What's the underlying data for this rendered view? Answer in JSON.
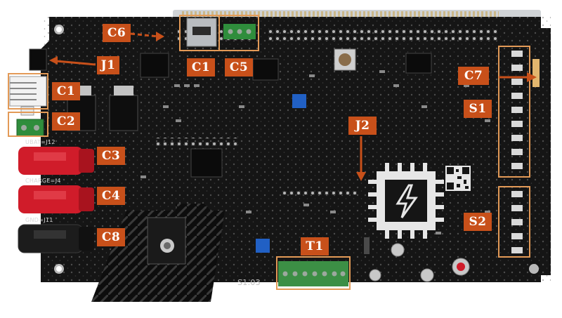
{
  "board": {
    "silkscreen": {
      "ubat": "UBAT=J12",
      "charge": "CHARGE=J4",
      "gnd": "GND=J11",
      "ref": "S1.03"
    },
    "colors": {
      "pcb": "#151515",
      "header_strip": "#d0d3d6",
      "red_jack": "#d01c2a",
      "black_jack": "#1c1c1c",
      "annotation": "#c8501a",
      "outline": "#e39a57",
      "logo": "#e6e6e6"
    },
    "logo_icon": "lightning-bolt-chip-icon"
  },
  "labels": {
    "c6": "C6",
    "j1": "J1",
    "c1_left": "C1",
    "c2": "C2",
    "c3": "C3",
    "c4": "C4",
    "c8": "C8",
    "c1_top": "C1",
    "c5": "C5",
    "c7": "C7",
    "s1": "S1",
    "j2": "J2",
    "s2": "S2",
    "t1": "T1"
  }
}
